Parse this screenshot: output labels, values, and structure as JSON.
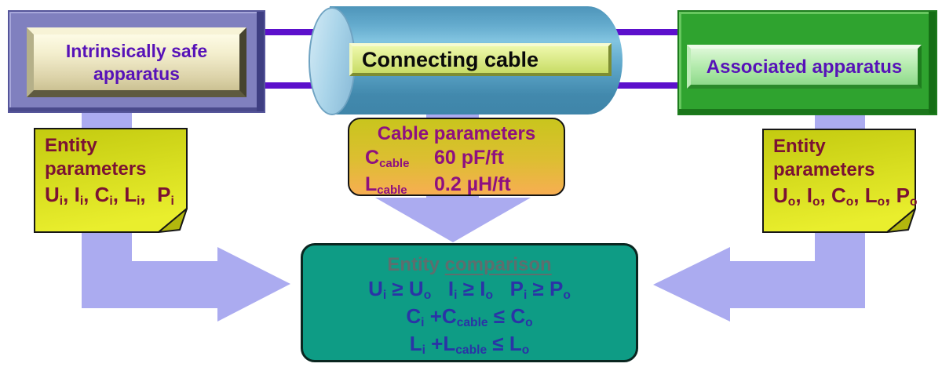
{
  "top": {
    "intrinsic": {
      "line1": "Intrinsically safe",
      "line2": "apparatus"
    },
    "cable_label": "Connecting cable",
    "associated": "Associated apparatus"
  },
  "notes": {
    "left": {
      "line1": "Entity",
      "line2": "parameters",
      "params": [
        {
          "t": "U",
          "sub": "i"
        },
        {
          "t": ", "
        },
        {
          "t": "I",
          "sub": "i"
        },
        {
          "t": ", "
        },
        {
          "t": "C",
          "sub": "i"
        },
        {
          "t": ", "
        },
        {
          "t": "L",
          "sub": "i"
        },
        {
          "t": ",  "
        },
        {
          "t": "P",
          "sub": "i"
        }
      ]
    },
    "right": {
      "line1": "Entity",
      "line2": "parameters",
      "params": [
        {
          "t": "U",
          "sub": "o"
        },
        {
          "t": ", "
        },
        {
          "t": "I",
          "sub": "o"
        },
        {
          "t": ", "
        },
        {
          "t": "C",
          "sub": "o"
        },
        {
          "t": ", "
        },
        {
          "t": "L",
          "sub": "o"
        },
        {
          "t": ", "
        },
        {
          "t": "P",
          "sub": "o"
        }
      ]
    }
  },
  "cable_params": {
    "title": "Cable parameters",
    "rows": [
      {
        "label": [
          {
            "t": "C",
            "sub": "cable"
          }
        ],
        "value": "60 pF/ft"
      },
      {
        "label": [
          {
            "t": "L",
            "sub": "cable"
          }
        ],
        "value": "0.2 µH/ft"
      }
    ]
  },
  "comparison": {
    "title_plain": "Entity ",
    "title_underline": "comparison",
    "rows": [
      {
        "parts": [
          {
            "t": "U",
            "sub": "i"
          },
          {
            "t": " ≥ "
          },
          {
            "t": "U",
            "sub": "o"
          },
          {
            "t": "   "
          },
          {
            "t": "I",
            "sub": "i"
          },
          {
            "t": " ≥ "
          },
          {
            "t": "I",
            "sub": "o"
          },
          {
            "t": "   "
          },
          {
            "t": "P",
            "sub": "i"
          },
          {
            "t": " ≥ "
          },
          {
            "t": "P",
            "sub": "o"
          }
        ]
      },
      {
        "parts": [
          {
            "t": "C",
            "sub": "i"
          },
          {
            "t": " +"
          },
          {
            "t": "C",
            "sub": "cable"
          },
          {
            "t": " ≤ "
          },
          {
            "t": "C",
            "sub": "o"
          }
        ]
      },
      {
        "parts": [
          {
            "t": "L",
            "sub": "i"
          },
          {
            "t": " +"
          },
          {
            "t": "L",
            "sub": "cable"
          },
          {
            "t": " ≤ "
          },
          {
            "t": "L",
            "sub": "o"
          }
        ]
      }
    ]
  },
  "colors": {
    "arrow_lavender": "#ababf0",
    "wire_purple": "#5c10cc",
    "teal_box": "#0e9c85",
    "formula_blue": "#2a34a6",
    "note_text_maroon": "#7b1233",
    "cable_text_magenta": "#8e1080",
    "heading_purple": "#5712b8",
    "note_fill_top": "#c3ca10",
    "note_fill_bottom": "#e9ee2d",
    "cable_box_top": "#c9c51d",
    "cable_box_bottom": "#f7ae52"
  }
}
